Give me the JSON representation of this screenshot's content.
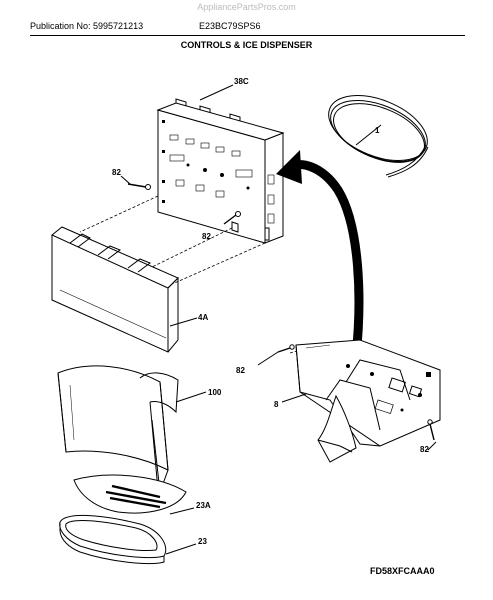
{
  "watermark": "AppliancePartsPros.com",
  "header": {
    "publication": "Publication No: 5995721213",
    "model": "E23BC79SPS6",
    "section_title": "CONTROLS & ICE DISPENSER"
  },
  "callouts": {
    "control_board": "38C",
    "tubing": "1",
    "screw_board": "82",
    "screw_board_lower": "82",
    "cover_panel": "4A",
    "insulation": "100",
    "screw_dispenser_left": "82",
    "dispenser_assembly": "8",
    "screw_dispenser_right": "82",
    "trim_grille": "23A",
    "drip_tray": "23"
  },
  "footer": {
    "figure_code": "FD58XFCAAA0"
  }
}
